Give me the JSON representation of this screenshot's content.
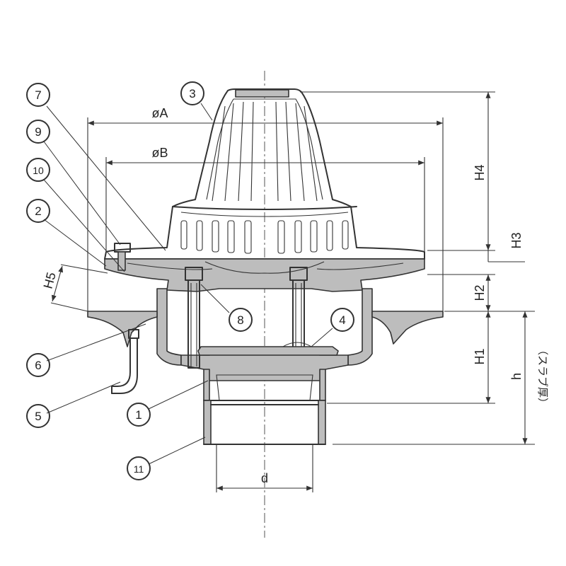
{
  "callouts": [
    {
      "id": "c1",
      "label": "1"
    },
    {
      "id": "c2",
      "label": "2"
    },
    {
      "id": "c3",
      "label": "3"
    },
    {
      "id": "c4",
      "label": "4"
    },
    {
      "id": "c5",
      "label": "5"
    },
    {
      "id": "c6",
      "label": "6"
    },
    {
      "id": "c7",
      "label": "7"
    },
    {
      "id": "c8",
      "label": "8"
    },
    {
      "id": "c9",
      "label": "9"
    },
    {
      "id": "c10",
      "label": "10"
    },
    {
      "id": "c11",
      "label": "11"
    }
  ],
  "dimensions": {
    "dia_a": "øA",
    "dia_b": "øB",
    "h4": "H4",
    "h3": "H3",
    "h2": "H2",
    "h1": "H1",
    "h5": "H5",
    "h": "h",
    "slab": "（スラブ厚）",
    "d": "d"
  },
  "colors": {
    "line": "#333333",
    "section_fill": "#bdbdbd",
    "background": "#ffffff"
  }
}
